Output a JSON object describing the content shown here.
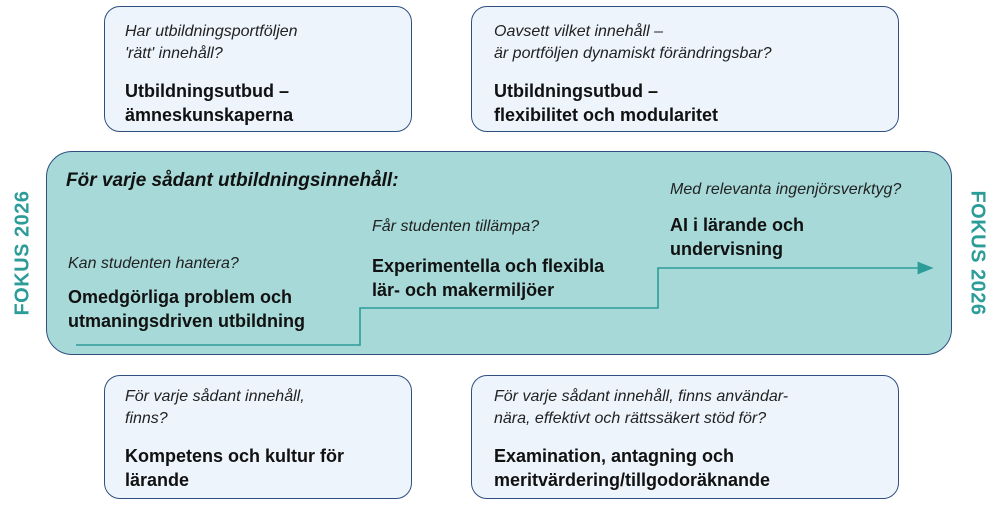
{
  "side_label": "FOKUS 2026",
  "boxes": {
    "top_left": {
      "question": [
        "Har utbildningsportföljen",
        "'rätt' innehåll?"
      ],
      "title": [
        "Utbildningsutbud –",
        "ämneskunskaperna"
      ]
    },
    "top_right": {
      "question": [
        "Oavsett vilket innehåll –",
        "är portföljen dynamiskt förändringsbar?"
      ],
      "title": [
        "Utbildningsutbud –",
        "flexibilitet och modularitet"
      ]
    },
    "bottom_left": {
      "question": [
        "För varje sådant innehåll,",
        "finns?"
      ],
      "title": [
        "Kompetens och kultur för",
        "lärande"
      ]
    },
    "bottom_right": {
      "question": [
        "För varje sådant innehåll, finns användar-",
        "nära, effektivt och rättssäkert stöd för?"
      ],
      "title": [
        "Examination, antagning och",
        "meritvärdering/tillgodoräknande"
      ]
    }
  },
  "focus": {
    "heading": "För varje sådant utbildningsinnehåll:",
    "steps": [
      {
        "question": "Kan studenten hantera?",
        "title": [
          "Omedgörliga problem och",
          "utmaningsdriven utbildning"
        ]
      },
      {
        "question": "Får studenten tillämpa?",
        "title": [
          "Experimentella och flexibla",
          "lär- och makermiljöer"
        ]
      },
      {
        "question": "Med relevanta ingenjörsverktyg?",
        "title": [
          "AI i lärande och",
          "undervisning"
        ]
      }
    ]
  },
  "colors": {
    "panel": "#a7d9d9",
    "accent": "#2c9c98",
    "box_bg": "#eef4fb",
    "border": "#2f4f7f"
  }
}
